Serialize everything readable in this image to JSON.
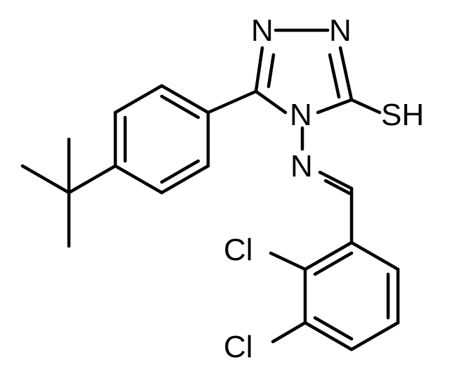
{
  "molecule": {
    "atoms": {
      "n1": "N",
      "n2": "N",
      "n4": "N",
      "n_imine": "N",
      "sh": "SH",
      "cl_upper": "Cl",
      "cl_lower": "Cl"
    }
  },
  "colors": {
    "bond": "#000000",
    "label": "#000000",
    "background": "#ffffff"
  }
}
